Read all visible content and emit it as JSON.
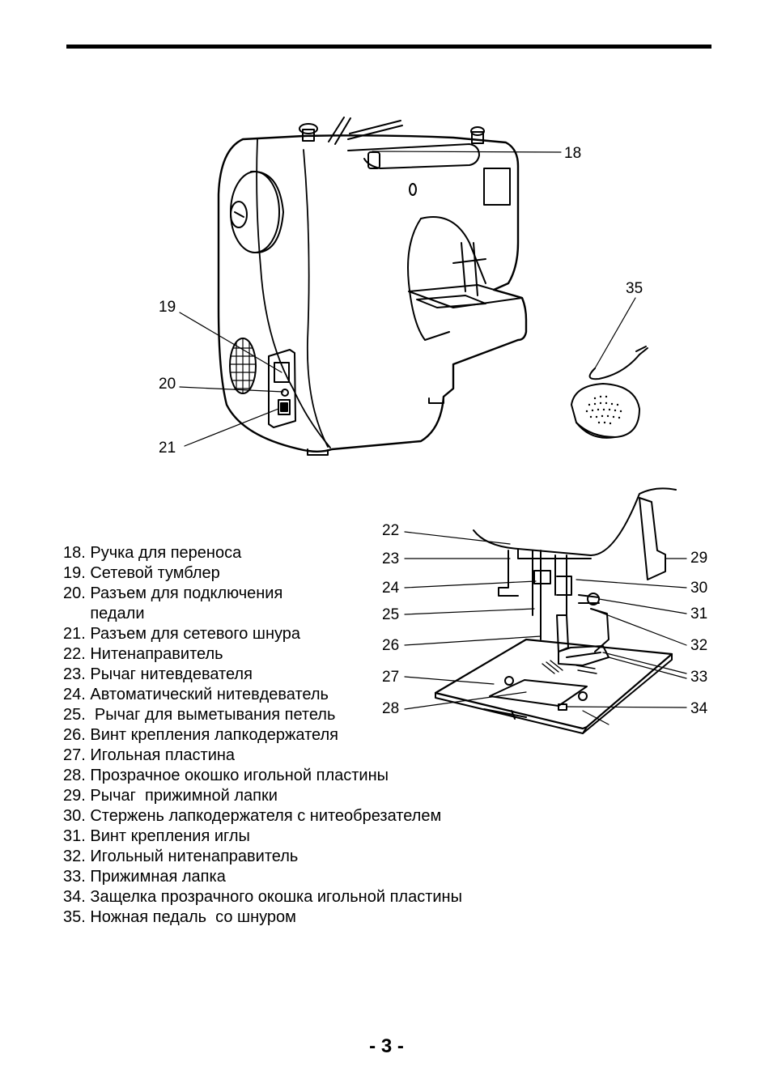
{
  "callouts": {
    "c18": "18",
    "c19": "19",
    "c20": "20",
    "c21": "21",
    "c22": "22",
    "c23": "23",
    "c24": "24",
    "c25": "25",
    "c26": "26",
    "c27": "27",
    "c28": "28",
    "c29": "29",
    "c30": "30",
    "c31": "31",
    "c32": "32",
    "c33": "33",
    "c34": "34",
    "c35": "35"
  },
  "legend": [
    "18. Ручка для переноса",
    "19. Сетевой тумблер",
    "20. Разъем для подключения",
    "      педали",
    "21. Разъем для сетевого шнура",
    "22. Нитенаправитель",
    "23. Рычаг нитевдевателя",
    "24. Автоматический нитевдеватель",
    "25.  Рычаг для выметывания петель",
    "26. Винт крепления лапкодержателя",
    "27. Игольная пластина",
    "28. Прозрачное окошко игольной пластины",
    "29. Рычаг  прижимной лапки",
    "30. Стержень лапкодержателя с нитеобрезателем",
    "31. Винт крепления иглы",
    "32. Игольный нитенаправитель",
    "33. Прижимная лапка",
    "34. Защелка прозрачного окошка игольной пластины",
    "35. Ножная педаль  со шнуром"
  ],
  "page_number": "- 3 -"
}
